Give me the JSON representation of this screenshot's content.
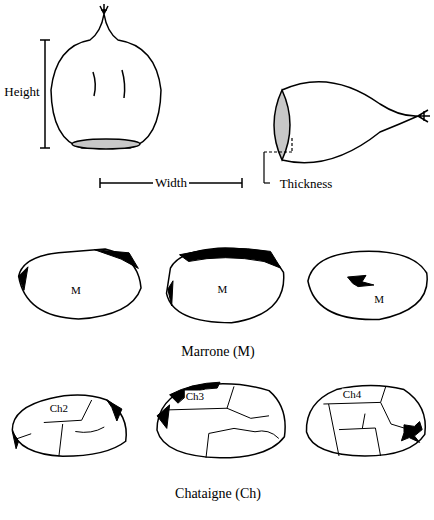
{
  "diagram": {
    "nodes": [
      {
        "text": [
          "M"
        ]
      },
      {
        "text": [
          "M"
        ]
      },
      {
        "text": [
          "M"
        ]
      },
      {
        "text": [
          "Ch2"
        ]
      },
      {
        "text": [
          "Ch3"
        ]
      },
      {
        "text": [
          "Ch4"
        ]
      }
    ],
    "labels": [
      "Height",
      "Width",
      "Thickness",
      "Marrone (M)",
      "Chataigne (Ch)"
    ]
  }
}
